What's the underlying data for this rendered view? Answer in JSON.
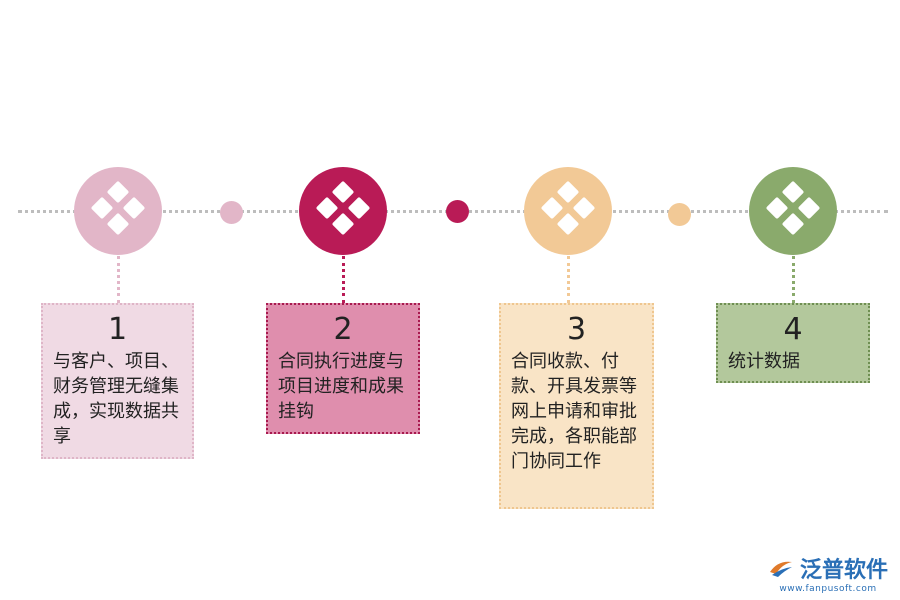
{
  "steps": [
    {
      "number": "1",
      "text": "与客户、项目、财务管理无缝集成，实现数据共享",
      "color": "#e2b6c8",
      "card_bg": "#f0dae4",
      "border": "#dfb5c7"
    },
    {
      "number": "2",
      "text": "合同执行进度与项目进度和成果挂钩",
      "color": "#b91b56",
      "card_bg": "#df8ead",
      "border": "#a81a4f"
    },
    {
      "number": "3",
      "text": "合同收款、付款、开具发票等网上申请和审批完成，各职能部门协同工作",
      "color": "#f2c996",
      "card_bg": "#f9e4c6",
      "border": "#efc68f"
    },
    {
      "number": "4",
      "text": "统计数据",
      "color": "#8aaa6c",
      "card_bg": "#b3c89c",
      "border": "#6f8f52"
    }
  ],
  "dots": [
    {
      "color": "#e2b6c8"
    },
    {
      "color": "#b91b56"
    },
    {
      "color": "#f2c996"
    }
  ],
  "logo": {
    "brand": "泛普软件",
    "url": "www.fanpusoft.com",
    "icon": "swoosh-logo-icon"
  }
}
